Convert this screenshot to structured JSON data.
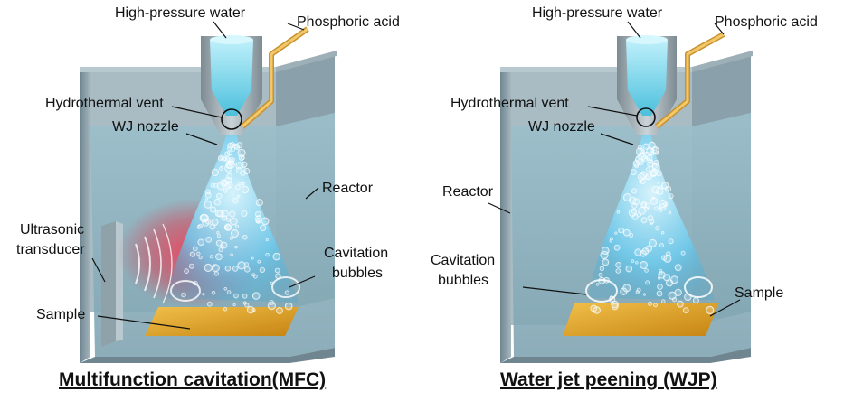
{
  "left_panel": {
    "title": "Multifunction cavitation(MFC)",
    "labels": {
      "high_pressure_water": "High-pressure water",
      "phosphoric_acid": "Phosphoric acid",
      "hydrothermal_vent": "Hydrothermal vent",
      "wj_nozzle": "WJ nozzle",
      "reactor": "Reactor",
      "ultrasonic_transducer_line1": "Ultrasonic",
      "ultrasonic_transducer_line2": "transducer",
      "cavitation_bubbles_line1": "Cavitation",
      "cavitation_bubbles_line2": "bubbles",
      "sample": "Sample"
    }
  },
  "right_panel": {
    "title": "Water jet peening (WJP)",
    "labels": {
      "high_pressure_water": "High-pressure water",
      "phosphoric_acid": "Phosphoric acid",
      "hydrothermal_vent": "Hydrothermal vent",
      "wj_nozzle": "WJ nozzle",
      "reactor": "Reactor",
      "cavitation_bubbles_line1": "Cavitation",
      "cavitation_bubbles_line2": "bubbles",
      "sample": "Sample"
    }
  },
  "colors": {
    "tank_wall": "#8fa3ad",
    "water": "#9fc3cf",
    "sample": "#e0a52a",
    "acid_tube": "#e8b04a",
    "jet": "#7ad3f0",
    "ultrasound_glow": "#e2344a"
  }
}
